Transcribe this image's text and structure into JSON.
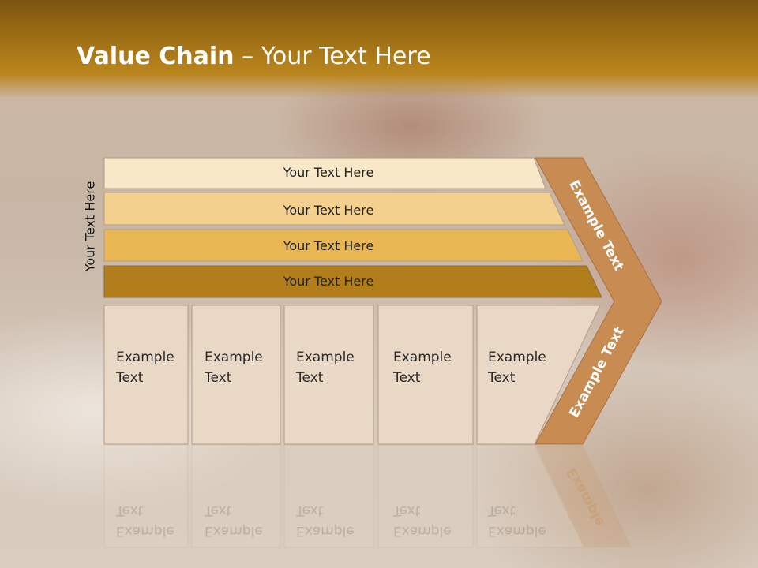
{
  "title": {
    "bold": "Value Chain",
    "rest": " – Your Text Here"
  },
  "side_label": "Your Text Here",
  "bars": [
    {
      "label": "Your Text Here",
      "color": "#f8e8c8"
    },
    {
      "label": "Your Text Here",
      "color": "#f3d08e"
    },
    {
      "label": "Your Text Here",
      "color": "#e9b654"
    },
    {
      "label": "Your Text Here",
      "color": "#b27d1b"
    }
  ],
  "boxes": [
    {
      "line1": "Example",
      "line2": "Text"
    },
    {
      "line1": "Example",
      "line2": "Text"
    },
    {
      "line1": "Example",
      "line2": "Text"
    },
    {
      "line1": "Example",
      "line2": "Text"
    },
    {
      "line1": "Example",
      "line2": "Text"
    }
  ],
  "chevron": {
    "upper": "Example Text",
    "lower": "Example Text",
    "color": "#c88c52"
  },
  "colors": {
    "header": "#9b6c14",
    "box_fill": "#ead8c6",
    "box_border": "#b49c86"
  }
}
